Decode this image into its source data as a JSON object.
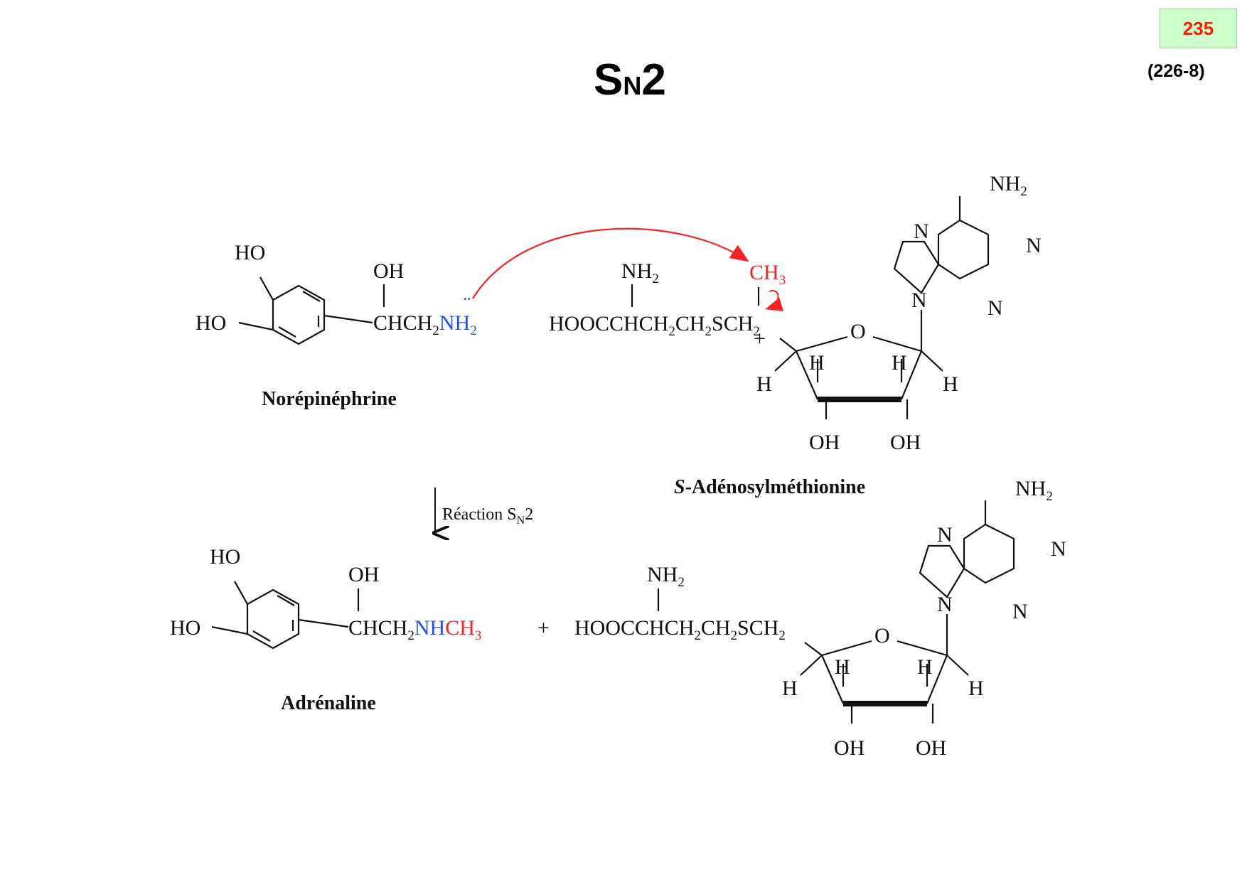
{
  "page_number": "235",
  "reference": "(226-8)",
  "title": {
    "main": "S",
    "sub": "N",
    "tail": "2"
  },
  "reaction_label": "Réaction S",
  "reaction_label_sub": "N",
  "reaction_label_tail": "2",
  "reactants": {
    "norepinephrine": {
      "name": "Norépinéphrine",
      "ho_top": "HO",
      "ho_left": "HO",
      "oh": "OH",
      "chain": "CHCH",
      "chain_sub": "2",
      "amine": "NH",
      "amine_sub": "2",
      "lone_pair": "¨"
    },
    "sam": {
      "name_italic": "S",
      "name_rest": "-Adénosylméthionine",
      "nh2": "NH",
      "nh2_sub": "2",
      "methyl": "CH",
      "methyl_sub": "3",
      "chain": "HOOCCHCH",
      "chain2": "CH",
      "chain_sub": "2",
      "sulfur": "S",
      "sulfur_tail": "CH",
      "charge": "+",
      "ring_o": "O",
      "h": "H",
      "oh": "OH",
      "adenine": {
        "n": "N",
        "nh2": "NH",
        "nh2_sub": "2"
      }
    }
  },
  "products": {
    "adrenaline": {
      "name": "Adrénaline",
      "ho_top": "HO",
      "ho_left": "HO",
      "oh": "OH",
      "chain": "CHCH",
      "chain_sub": "2",
      "nh": "NH",
      "methyl": "CH",
      "methyl_sub": "3"
    },
    "plus": "+",
    "sah": {
      "nh2": "NH",
      "nh2_sub": "2",
      "chain": "HOOCCHCH",
      "chain2": "CH",
      "chain_sub": "2",
      "s": "SCH",
      "ring_o": "O",
      "h": "H",
      "oh": "OH",
      "adenine": {
        "n": "N",
        "nh2": "NH",
        "nh2_sub": "2"
      }
    }
  },
  "colors": {
    "nucleophile": "#2050e8",
    "methyl": "#ff2020",
    "arrow": "#ff2020",
    "page_box": "#ccffcc"
  }
}
